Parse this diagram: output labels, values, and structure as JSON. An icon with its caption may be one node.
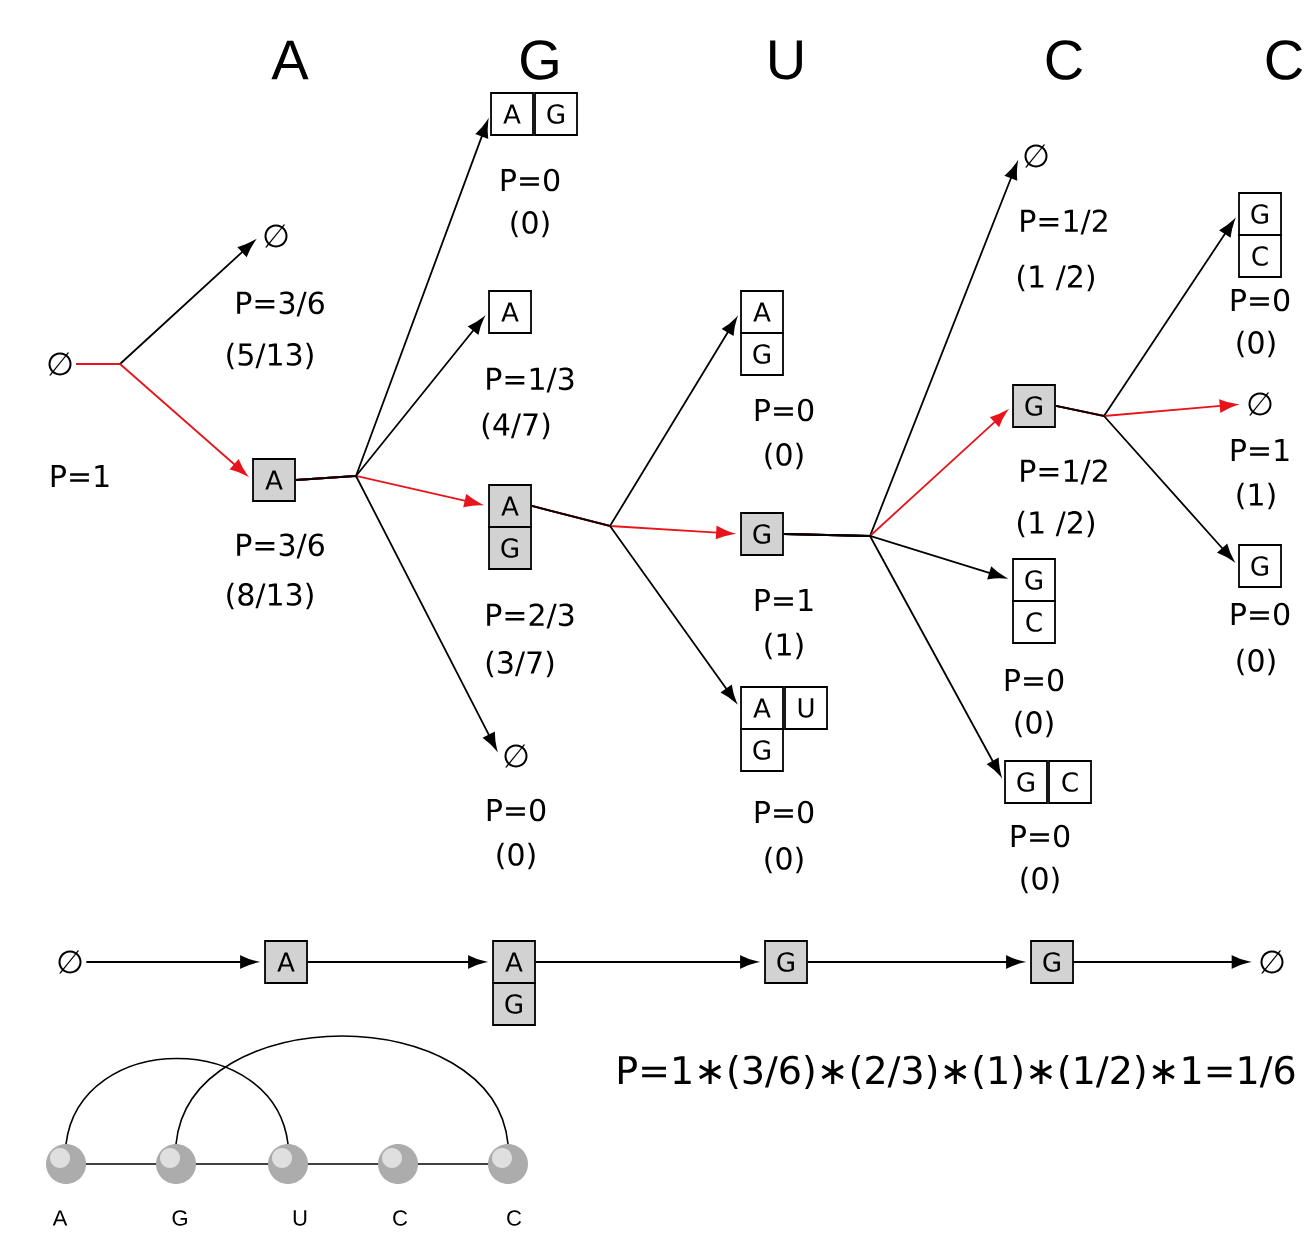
{
  "diagram": {
    "nodes": [
      {
        "text": [
          "∅"
        ],
        "beside": [
          "P=1"
        ]
      },
      {
        "text": [
          "∅"
        ],
        "beside": [
          "P=3/6",
          "(5/13)"
        ]
      },
      {
        "text": [
          "A"
        ],
        "beside": [
          "P=3/6",
          "(8/13)"
        ]
      },
      {
        "text": [
          "A"
        ],
        "beside": [
          "P=0",
          "(0)"
        ]
      },
      {
        "text": [
          "G"
        ]
      },
      {
        "text": [
          "A"
        ],
        "beside": [
          "P=1/3",
          "(4/7)"
        ]
      },
      {
        "text": [
          "A"
        ],
        "beside": [
          "P=2/3",
          "(3/7)"
        ]
      },
      {
        "text": [
          "G"
        ]
      },
      {
        "text": [
          "∅"
        ],
        "beside": [
          "P=0",
          "(0)"
        ]
      },
      {
        "text": [
          "A"
        ],
        "beside": [
          "P=0",
          "(0)"
        ]
      },
      {
        "text": [
          "G"
        ]
      },
      {
        "text": [
          "G"
        ],
        "beside": [
          "P=1",
          "(1)"
        ]
      },
      {
        "text": [
          "A"
        ],
        "beside": [
          "P=0",
          "(0)"
        ]
      },
      {
        "text": [
          "U"
        ]
      },
      {
        "text": [
          "G"
        ]
      },
      {
        "text": [
          "∅"
        ],
        "beside": [
          "P=1/2",
          "(1 /2)"
        ]
      },
      {
        "text": [
          "G"
        ],
        "beside": [
          "P=1/2",
          "(1 /2)"
        ]
      },
      {
        "text": [
          "G"
        ],
        "beside": [
          "P=0",
          "(0)"
        ]
      },
      {
        "text": [
          "C"
        ]
      },
      {
        "text": [
          "G"
        ],
        "beside": [
          "P=0",
          "(0)"
        ]
      },
      {
        "text": [
          "C"
        ]
      },
      {
        "text": [
          "G"
        ],
        "beside": [
          "P=0",
          "(0)"
        ]
      },
      {
        "text": [
          "C"
        ]
      },
      {
        "text": [
          "∅"
        ],
        "beside": [
          "P=1",
          "(1)"
        ]
      },
      {
        "text": [
          "G"
        ],
        "beside": [
          "P=0",
          "(0)"
        ]
      },
      {
        "text": [
          "∅"
        ]
      },
      {
        "text": [
          "A"
        ]
      },
      {
        "text": [
          "A"
        ]
      },
      {
        "text": [
          "G"
        ]
      },
      {
        "text": [
          "G"
        ]
      },
      {
        "text": [
          "G"
        ]
      },
      {
        "text": [
          "∅"
        ]
      }
    ],
    "edges": [
      {
        "from": 0,
        "to": 1,
        "arrow": "to"
      },
      {
        "from": 0,
        "to": 2,
        "arrow": "to",
        "color": "#e8141c"
      },
      {
        "from": 2,
        "to": 3,
        "arrow": "to"
      },
      {
        "from": 2,
        "to": 5,
        "arrow": "to"
      },
      {
        "from": 2,
        "to": 6,
        "arrow": "to",
        "color": "#e8141c"
      },
      {
        "from": 2,
        "to": 8,
        "arrow": "to"
      },
      {
        "from": 6,
        "to": 9,
        "arrow": "to"
      },
      {
        "from": 6,
        "to": 11,
        "arrow": "to",
        "color": "#e8141c"
      },
      {
        "from": 6,
        "to": 12,
        "arrow": "to"
      },
      {
        "from": 11,
        "to": 15,
        "arrow": "to"
      },
      {
        "from": 11,
        "to": 16,
        "arrow": "to",
        "color": "#e8141c"
      },
      {
        "from": 11,
        "to": 17,
        "arrow": "to"
      },
      {
        "from": 11,
        "to": 19,
        "arrow": "to"
      },
      {
        "from": 16,
        "to": 21,
        "arrow": "to"
      },
      {
        "from": 16,
        "to": 23,
        "arrow": "to",
        "color": "#e8141c"
      },
      {
        "from": 16,
        "to": 24,
        "arrow": "to"
      },
      {
        "from": 25,
        "to": 26,
        "arrow": "to"
      },
      {
        "from": 26,
        "to": 27,
        "arrow": "to"
      },
      {
        "from": 27,
        "to": 29,
        "arrow": "to"
      },
      {
        "from": 29,
        "to": 30,
        "arrow": "to"
      },
      {
        "from": 30,
        "to": 31,
        "arrow": "to"
      }
    ],
    "labels": [
      "A",
      "G",
      "U",
      "C",
      "C",
      "P=1∗(3/6)∗(2/3)∗(1)∗(1/2)∗1=1/6",
      "A",
      "G",
      "U",
      "C",
      "C"
    ]
  }
}
